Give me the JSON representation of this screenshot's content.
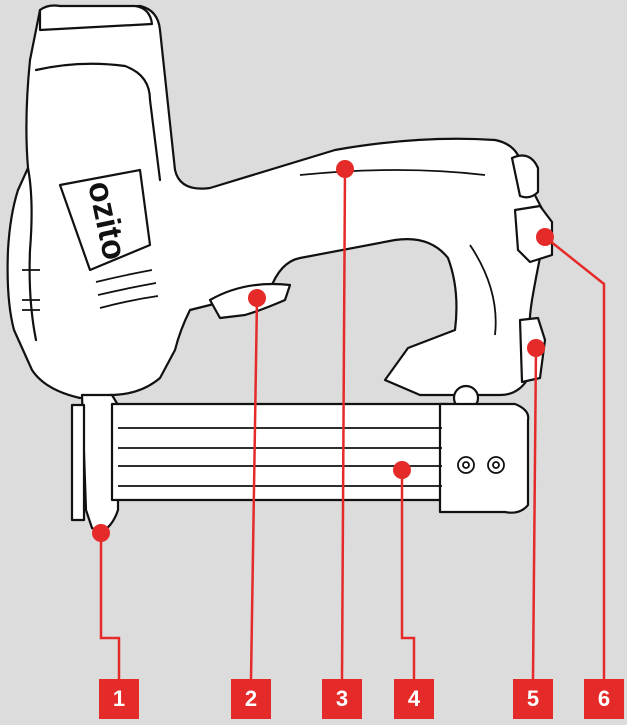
{
  "brand": {
    "logo_text": "ozito"
  },
  "colors": {
    "accent": "#e42b2a",
    "background": "#dcdcdc",
    "outline": "#111111",
    "body": "#ffffff"
  },
  "callouts": [
    {
      "number": "1"
    },
    {
      "number": "2"
    },
    {
      "number": "3"
    },
    {
      "number": "4"
    },
    {
      "number": "5"
    },
    {
      "number": "6"
    }
  ]
}
